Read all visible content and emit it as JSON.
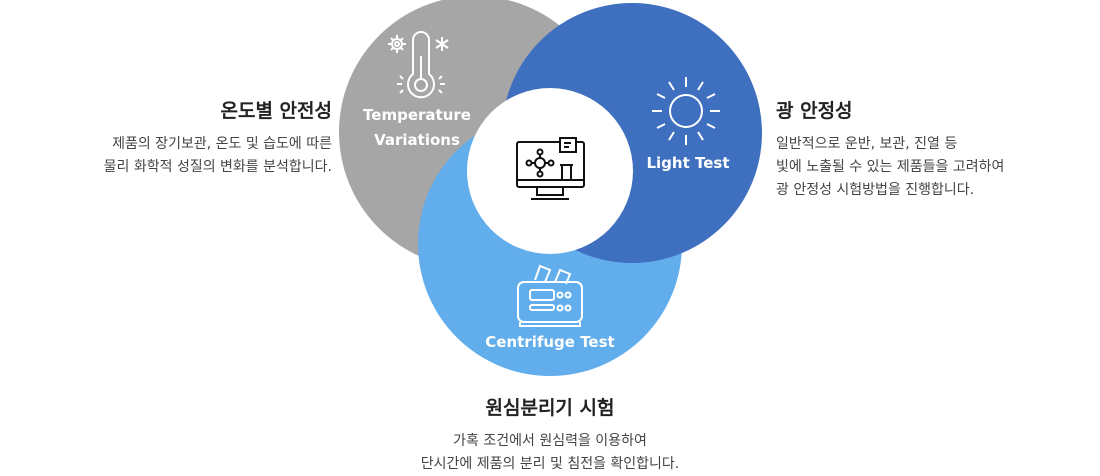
{
  "colors": {
    "temperature": "#a6a6a6",
    "light": "#3f6fbf",
    "centrifuge": "#62adec",
    "center": "#ffffff"
  },
  "circles": {
    "temperature": {
      "line1": "Temperature",
      "line2": "Variations",
      "icon": "thermometer-icon"
    },
    "light": {
      "label": "Light Test",
      "icon": "sun-icon"
    },
    "centrifuge": {
      "label": "Centrifuge Test",
      "icon": "centrifuge-icon"
    },
    "center": {
      "icon": "monitor-lab-icon"
    }
  },
  "sections": {
    "temperature": {
      "title": "온도별 안전성",
      "lines": [
        "제품의 장기보관, 온도 및 습도에 따른",
        "물리 화학적 성질의 변화를 분석합니다."
      ]
    },
    "light": {
      "title": "광 안정성",
      "lines": [
        "일반적으로 운반, 보관, 진열 등",
        "빛에 노출될 수 있는 제품들을 고려하여",
        "광 안정성 시험방법을 진행합니다."
      ]
    },
    "centrifuge": {
      "title": "원심분리기 시험",
      "lines": [
        "가혹 조건에서 원심력을 이용하여",
        "단시간에 제품의 분리 및 침전을 확인합니다."
      ]
    }
  }
}
